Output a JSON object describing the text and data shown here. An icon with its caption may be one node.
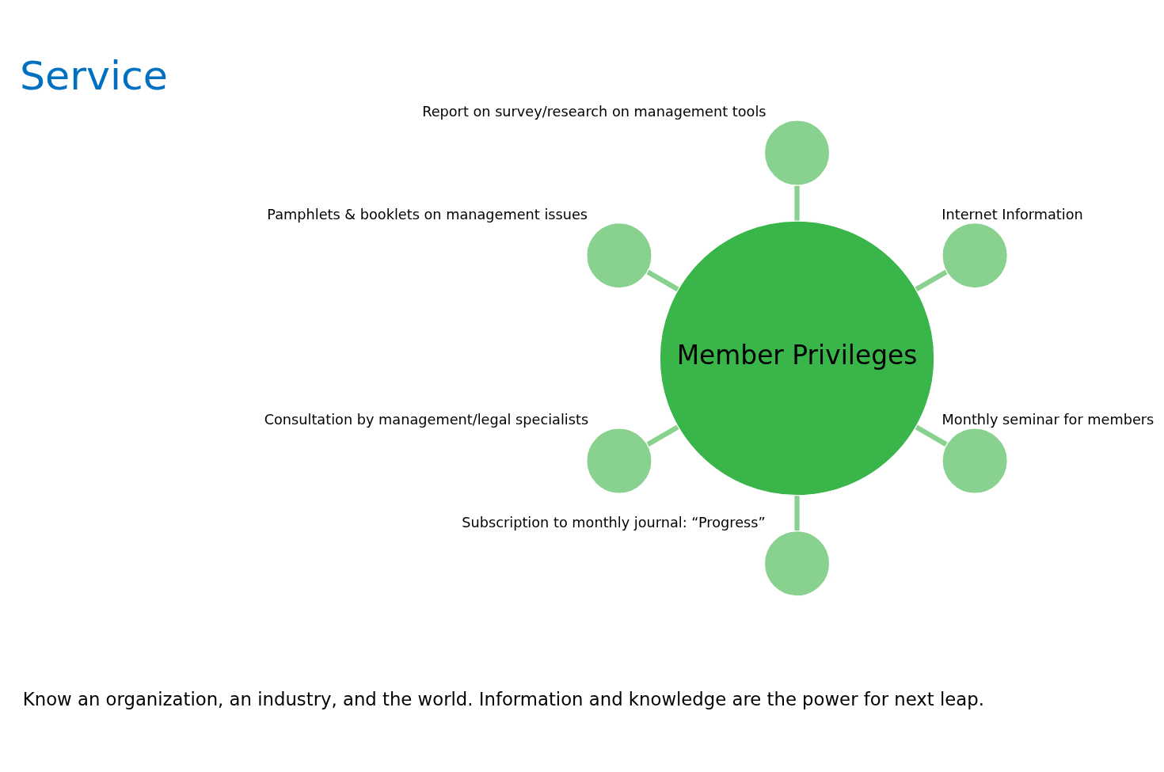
{
  "diagram": {
    "title": "Service",
    "nodes": [
      {
        "text": [
          "Member Privileges"
        ]
      },
      {
        "text": [],
        "shape": "circle",
        "beside": [
          "Internet Information"
        ]
      },
      {
        "text": [],
        "shape": "circle",
        "beside": [
          "Report on survey/research on management tools"
        ]
      },
      {
        "text": [],
        "shape": "circle",
        "beside": [
          "Pamphlets & booklets on management issues"
        ]
      },
      {
        "text": [],
        "shape": "circle",
        "beside": [
          "Consultation by management/legal specialists"
        ]
      },
      {
        "text": [],
        "shape": "circle",
        "beside": [
          "Subscription to monthly journal: “Progress”"
        ]
      },
      {
        "text": [],
        "shape": "circle",
        "beside": [
          "Monthly seminar for members"
        ]
      }
    ],
    "edges": [
      {
        "from": 0,
        "to": 1,
        "arrow": "none"
      },
      {
        "from": 0,
        "to": 2,
        "arrow": "none"
      },
      {
        "from": 0,
        "to": 3,
        "arrow": "none"
      },
      {
        "from": 0,
        "to": 4,
        "arrow": "none"
      },
      {
        "from": 0,
        "to": 5,
        "arrow": "none"
      },
      {
        "from": 0,
        "to": 6,
        "arrow": "none"
      }
    ],
    "labels": [
      "Know an organization, an industry, and the world. Information and knowledge are the power for next leap."
    ]
  }
}
